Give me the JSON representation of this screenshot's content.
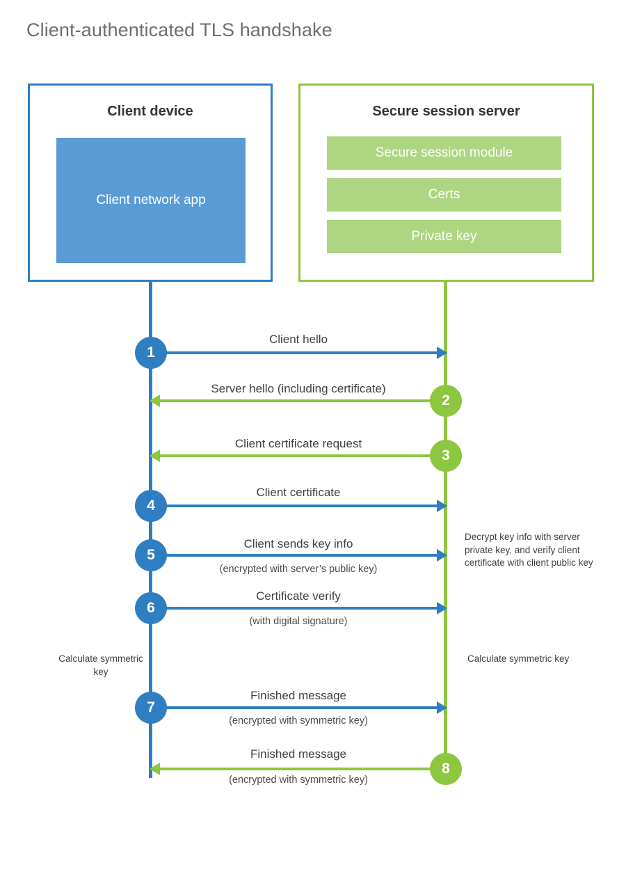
{
  "title": "Client-authenticated TLS handshake",
  "colors": {
    "blue": "#2f7ec2",
    "blue_fill": "#5b9bd5",
    "green": "#8dc63f",
    "green_fill": "#aed581",
    "title_gray": "#6d6e70",
    "text_dark": "#343434"
  },
  "entities": {
    "client": {
      "title": "Client device",
      "app_label": "Client network app"
    },
    "server": {
      "title": "Secure session server",
      "modules": [
        "Secure session module",
        "Certs",
        "Private key"
      ]
    }
  },
  "steps": [
    {
      "number": "1",
      "label": "Client hello",
      "sublabel": "",
      "direction": "client-to-server",
      "actor": "client"
    },
    {
      "number": "2",
      "label": "Server hello (including certificate)",
      "sublabel": "",
      "direction": "server-to-client",
      "actor": "server"
    },
    {
      "number": "3",
      "label": "Client certificate request",
      "sublabel": "",
      "direction": "server-to-client",
      "actor": "server"
    },
    {
      "number": "4",
      "label": "Client certificate",
      "sublabel": "",
      "direction": "client-to-server",
      "actor": "client"
    },
    {
      "number": "5",
      "label": "Client sends key info",
      "sublabel": "(encrypted with server’s public key)",
      "direction": "client-to-server",
      "actor": "client"
    },
    {
      "number": "6",
      "label": "Certificate verify",
      "sublabel": "(with digital signature)",
      "direction": "client-to-server",
      "actor": "client"
    },
    {
      "number": "7",
      "label": "Finished message",
      "sublabel": "(encrypted with symmetric key)",
      "direction": "client-to-server",
      "actor": "client"
    },
    {
      "number": "8",
      "label": "Finished message",
      "sublabel": "(encrypted with symmetric key)",
      "direction": "server-to-client",
      "actor": "server"
    }
  ],
  "notes": {
    "server_decrypt": "Decrypt key info with server private key, and verify client certificate with client public key",
    "client_calculate": "Calculate symmetric key",
    "server_calculate": "Calculate symmetric key"
  }
}
